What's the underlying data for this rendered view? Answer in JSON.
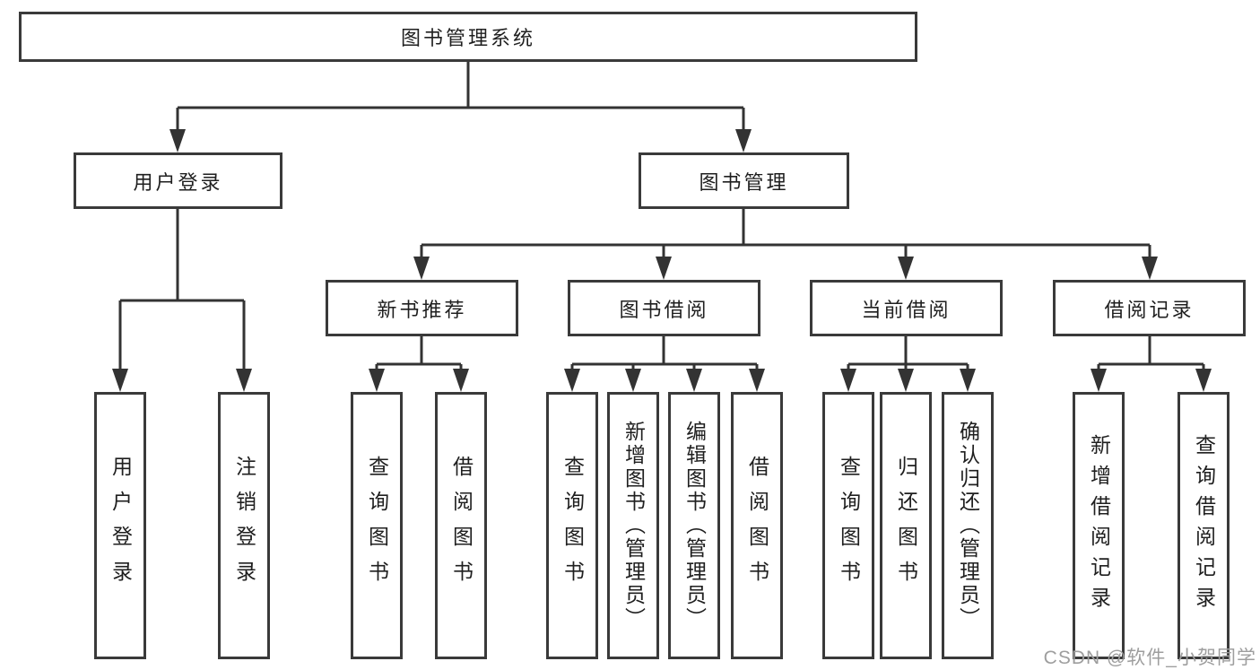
{
  "diagram": {
    "root": {
      "label": "图书管理系统"
    },
    "level2": [
      {
        "label": "用户登录"
      },
      {
        "label": "图书管理"
      }
    ],
    "level3": [
      {
        "label": "新书推荐",
        "parent": "图书管理"
      },
      {
        "label": "图书借阅",
        "parent": "图书管理"
      },
      {
        "label": "当前借阅",
        "parent": "图书管理"
      },
      {
        "label": "借阅记录",
        "parent": "图书管理"
      }
    ],
    "leaves": [
      {
        "label": "用户登录",
        "parent": "用户登录"
      },
      {
        "label": "注销登录",
        "parent": "用户登录"
      },
      {
        "label": "查询图书",
        "parent": "新书推荐"
      },
      {
        "label": "借阅图书",
        "parent": "新书推荐"
      },
      {
        "label": "查询图书",
        "parent": "图书借阅"
      },
      {
        "label": "新增图书（管理员）",
        "parent": "图书借阅"
      },
      {
        "label": "编辑图书（管理员）",
        "parent": "图书借阅"
      },
      {
        "label": "借阅图书",
        "parent": "图书借阅"
      },
      {
        "label": "查询图书",
        "parent": "当前借阅"
      },
      {
        "label": "归还图书",
        "parent": "当前借阅"
      },
      {
        "label": "确认归还（管理员）",
        "parent": "当前借阅"
      },
      {
        "label": "新增借阅记录",
        "parent": "借阅记录"
      },
      {
        "label": "查询借阅记录",
        "parent": "借阅记录"
      }
    ]
  },
  "watermark": {
    "text": "CSDN @软件_小贺同学"
  },
  "colors": {
    "line": "#333333",
    "box_border": "#3a3a3a",
    "text": "#1f1f1f",
    "watermark": "#9e9e9e",
    "background": "#ffffff"
  }
}
